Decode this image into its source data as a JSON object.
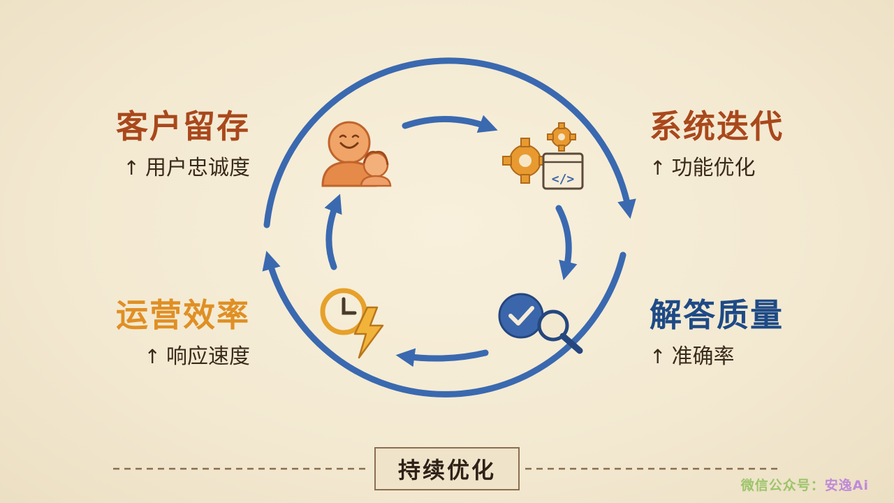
{
  "quadrants": {
    "retention": {
      "title": "客户留存",
      "sub": "用户忠诚度"
    },
    "iteration": {
      "title": "系统迭代",
      "sub": "功能优化"
    },
    "efficiency": {
      "title": "运营效率",
      "sub": "响应速度"
    },
    "quality": {
      "title": "解答质量",
      "sub": "准确率"
    }
  },
  "up_arrow": "↑",
  "center_icons": [
    "users-icon",
    "gears-code-icon",
    "check-magnifier-icon",
    "clock-lightning-icon"
  ],
  "footer": {
    "label": "持续优化"
  },
  "watermark": {
    "prefix": "微信公众号：",
    "name": "安逸Ai"
  },
  "colors": {
    "ring": "#3a69b0",
    "retention": "#a9481c",
    "iteration": "#a9481c",
    "efficiency": "#e08f24",
    "quality": "#1e4a86",
    "user_icon": "#e08a48",
    "gear_icon": "#e89a30",
    "check_icon": "#3c66ab"
  }
}
